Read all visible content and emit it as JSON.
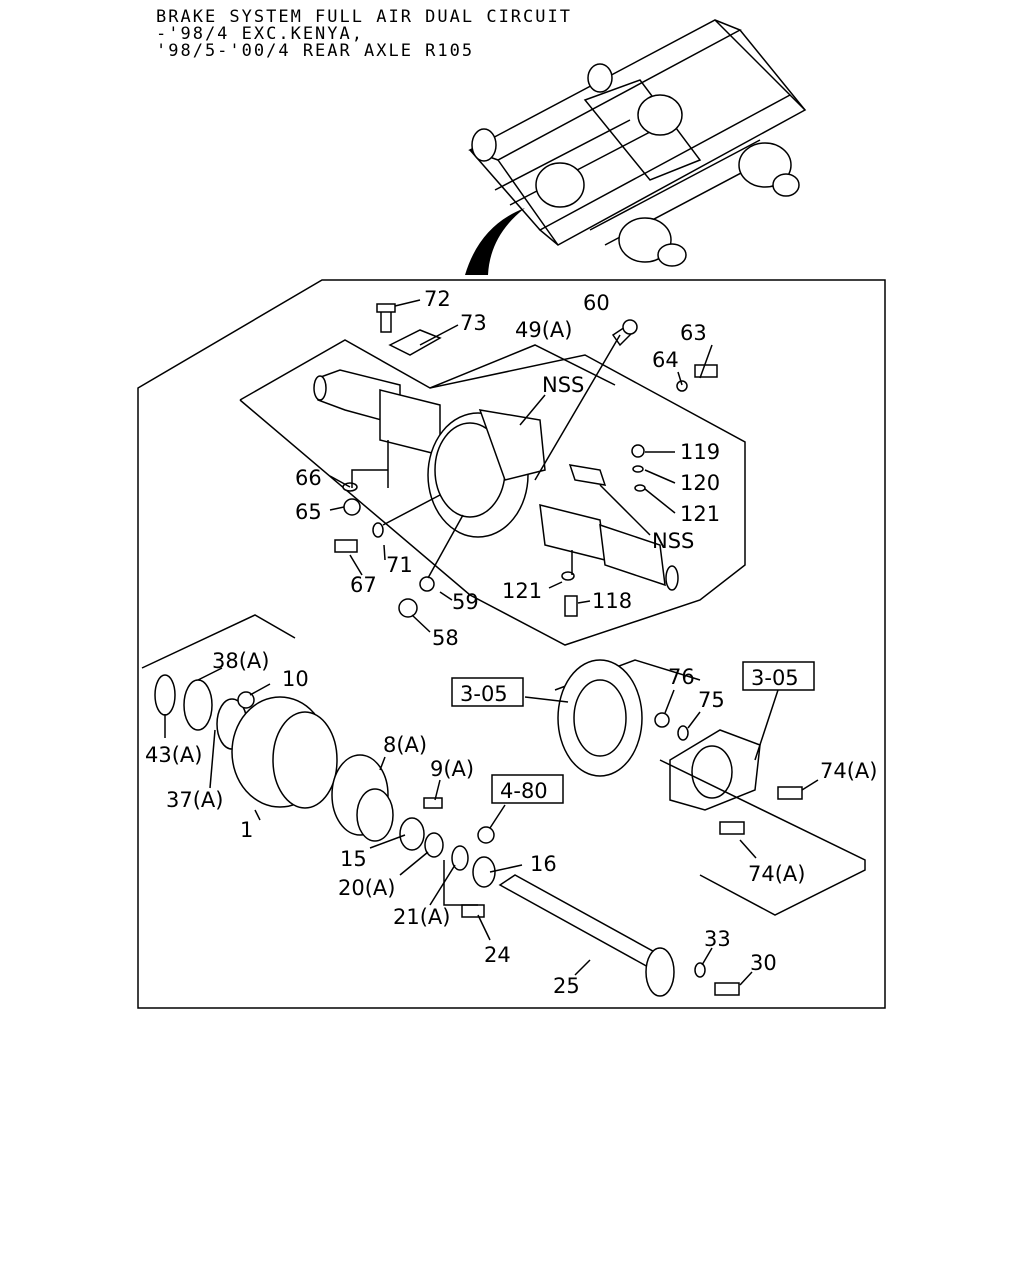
{
  "header": {
    "line1": "BRAKE SYSTEM FULL AIR DUAL CIRCUIT",
    "line2": "-'98/4 EXC.KENYA,",
    "line3": "'98/5-'00/4 REAR AXLE R105"
  },
  "callouts": {
    "c72": "72",
    "c73": "73",
    "c49": "49(A)",
    "c60": "60",
    "c63": "63",
    "c64": "64",
    "nss1": "NSS",
    "c119": "119",
    "c120": "120",
    "c121a": "121",
    "nss2": "NSS",
    "c66": "66",
    "c65": "65",
    "c71": "71",
    "c67": "67",
    "c59": "59",
    "c121b": "121",
    "c118": "118",
    "c58": "58",
    "c38": "38(A)",
    "c10": "10",
    "c43": "43(A)",
    "c37": "37(A)",
    "c1": "1",
    "c8": "8(A)",
    "c9": "9(A)",
    "c15": "15",
    "c20": "20(A)",
    "c21": "21(A)",
    "c24": "24",
    "c16": "16",
    "c25": "25",
    "c33": "33",
    "c30": "30",
    "c76": "76",
    "c75": "75",
    "c74a": "74(A)",
    "c74b": "74(A)"
  },
  "references": {
    "ref1": "3-05",
    "ref2": "3-05",
    "ref3": "4-80"
  }
}
